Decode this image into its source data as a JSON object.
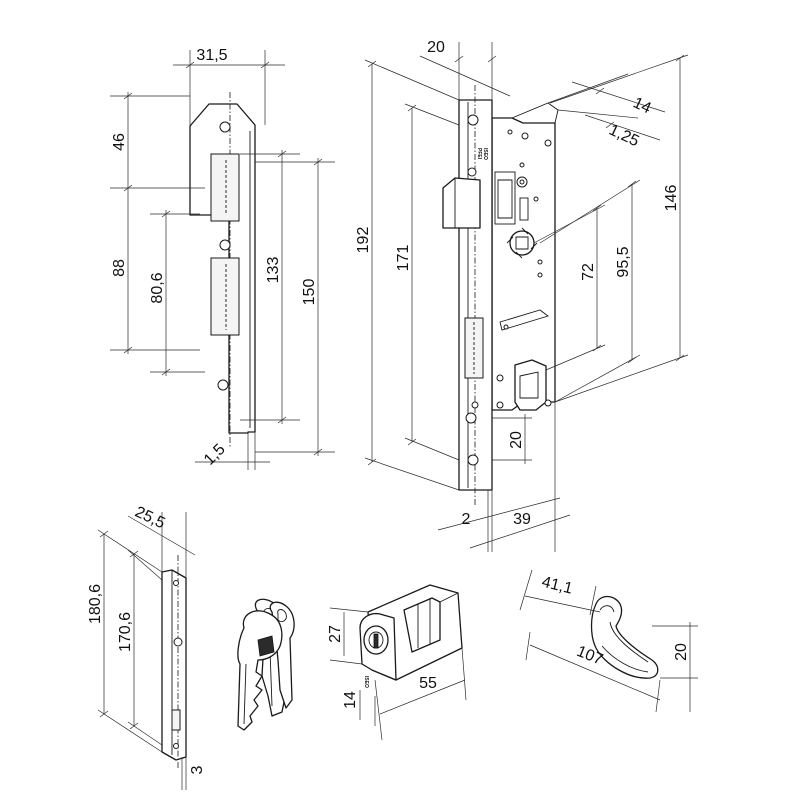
{
  "palette": {
    "line": "#1a1a1a",
    "background": "#ffffff"
  },
  "strike_plate": {
    "dim_width": "31,5",
    "dim_top": "46",
    "dim_upper": "88",
    "dim_inner": "80,6",
    "dim_slot": "133",
    "dim_height": "150",
    "dim_offset": "1,5"
  },
  "lock_body": {
    "dim_faceplate_width": "20",
    "dim_14": "14",
    "dim_1_25": "1,25",
    "dim_192": "192",
    "dim_171": "171",
    "dim_146": "146",
    "dim_95_5": "95,5",
    "dim_72": "72",
    "dim_bottom": "20",
    "dim_backset_small": "2",
    "dim_backset": "39",
    "brand_line1": "PFEI",
    "brand_line2": "ISEO"
  },
  "cover_plate": {
    "dim_width": "25,5",
    "dim_180_6": "180,6",
    "dim_170_6": "170,6",
    "dim_3": "3"
  },
  "keys": {
    "icon": "key-icon"
  },
  "cylinder": {
    "dim_height": "27",
    "dim_length": "55",
    "dim_half": "14",
    "brand": "ISEO"
  },
  "handle": {
    "dim_41_1": "41,1",
    "dim_107": "107",
    "dim_20": "20"
  }
}
